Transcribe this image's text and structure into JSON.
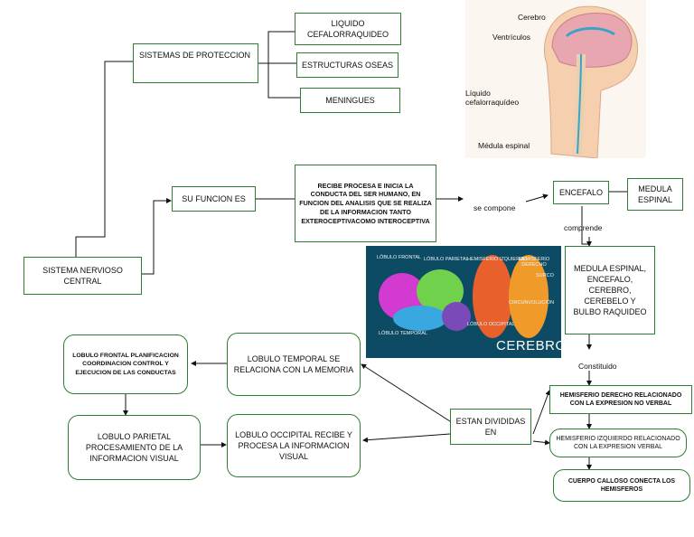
{
  "nodes": {
    "snc": "SISTEMA NERVIOSO CENTRAL",
    "proteccion": "SISTEMAS DE PROTECCION",
    "liquido": "LIQUIDO CEFALORRAQUIDEO",
    "oseas": "ESTRUCTURAS OSEAS",
    "meningues": "MENINGUES",
    "funcion": "SU FUNCION ES",
    "recibe": "RECIBE PROCESA E INICIA LA CONDUCTA DEL SER HUMANO, EN FUNCION DEL ANALISIS QUE SE REALIZA DE LA INFORMACION TANTO EXTEROCEPTIVACOMO INTEROCEPTIVA",
    "encefalo": "ENCEFALO",
    "medula": "MEDULA ESPINAL",
    "comprende_list": "MEDULA ESPINAL, ENCEFALO, CEREBRO, CEREBELO Y BULBO RAQUIDEO",
    "derecho": "HEMISFERIO DERECHO RELACIONADO CON LA EXPRESION NO VERBAL",
    "izquierdo": "HEMISFERIO IZQUIERDO RELACIONADO CON LA EXPRESION VERBAL",
    "calloso": "CUERPO CALLOSO CONECTA LOS HEMISFEROS",
    "divididas": "ESTAN DIVIDIDAS EN",
    "temporal": "LOBULO TEMPORAL SE RELACIONA CON LA MEMORIA",
    "occipital": "LOBULO OCCIPITAL RECIBE Y PROCESA LA INFORMACION VISUAL",
    "frontal": "LOBULO FRONTAL PLANIFICACION COORDINACION CONTROL Y EJECUCION DE LAS CONDUCTAS",
    "parietal": "LOBULO PARIETAL PROCESAMIENTO DE LA INFORMACION VISUAL"
  },
  "connectors": {
    "se_compone": "se compone",
    "comprende": "comprende",
    "constituido": "Constituido"
  },
  "anatomy": {
    "cerebro": "Cerebro",
    "ventriculos": "Ventrículos",
    "liquido_1": "Líquido",
    "liquido_2": "cefalorraquídeo",
    "medula": "Médula espinal"
  },
  "brain": {
    "frontal": "LÓBULO FRONTAL",
    "parietal": "LÓBULO PARIETAL",
    "izquierdo": "HEMISFERIO IZQUIERDO",
    "derecho": "HEMISFERIO DERECHO",
    "surco": "SURCO",
    "circunvolucion": "CIRCUNVOLUCIÓN",
    "temporal": "LÓBULO TEMPORAL",
    "occipital": "LÓBULO OCCIPITAL",
    "title": "CEREBRO"
  },
  "colors": {
    "border": "#2e7d32",
    "line": "#111111"
  }
}
